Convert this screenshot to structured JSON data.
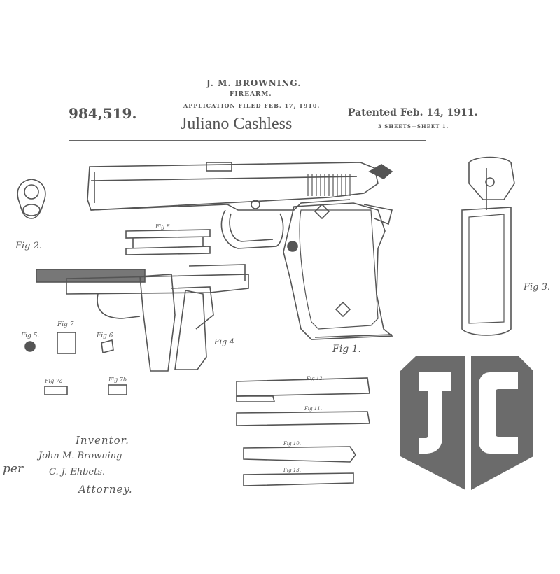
{
  "header": {
    "inventor": "J. M. BROWNING.",
    "invention": "FIREARM.",
    "application": "APPLICATION FILED FEB. 17, 1910.",
    "patent_number": "984,519.",
    "patented": "Patented Feb. 14, 1911.",
    "sheets": "3 SHEETS—SHEET 1.",
    "owner_name": "Juliano Cashless"
  },
  "figures": {
    "fig1": "Fig 1.",
    "fig2": "Fig 2.",
    "fig3": "Fig 3.",
    "fig4": "Fig 4",
    "fig5": "Fig 5.",
    "fig6": "Fig 6",
    "fig7": "Fig 7",
    "fig7a": "Fig 7a",
    "fig7b": "Fig 7b",
    "fig8": "Fig 8.",
    "fig10": "Fig 10.",
    "fig11": "Fig 11.",
    "fig12": "Fig 12.",
    "fig13": "Fig 13."
  },
  "signature": {
    "inventor_label": "Inventor.",
    "inventor_signature": "John M. Browning",
    "per": "per",
    "attorney_signature": "C. J. Ehbets.",
    "attorney_label": "Attorney."
  },
  "logo": {
    "letters": "JC",
    "color": "#6b6b6b"
  },
  "colors": {
    "ink": "#555555",
    "background": "#ffffff"
  }
}
